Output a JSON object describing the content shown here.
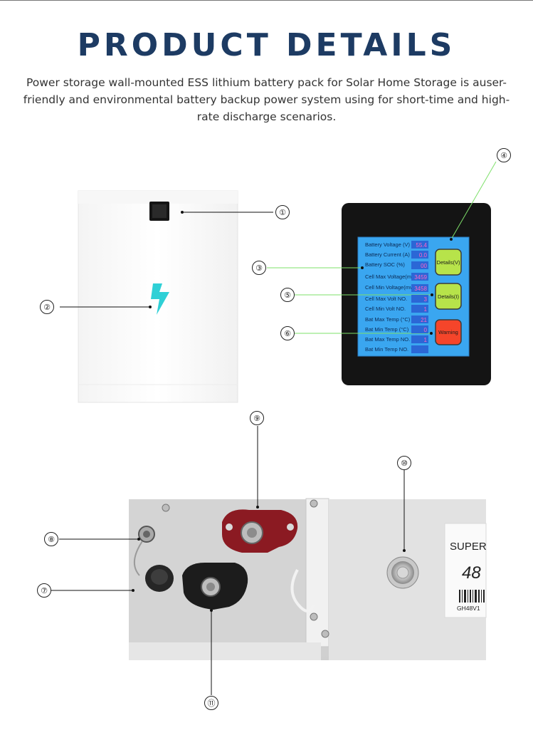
{
  "header": {
    "title": "PRODUCT DETAILS",
    "description": "Power storage wall-mounted ESS lithium battery pack for Solar Home Storage is auser-friendly and environmental battery backup power system using for short-time and high-rate discharge scenarios."
  },
  "callouts": [
    "①",
    "②",
    "③",
    "④",
    "⑤",
    "⑥",
    "⑦",
    "⑧",
    "⑨",
    "⑩",
    "⑪"
  ],
  "screen": {
    "rows": [
      {
        "label": "Battery Voltage (V)",
        "value": "55.4"
      },
      {
        "label": "Battery Current (A)",
        "value": "0.0"
      },
      {
        "label": "Battery SOC (%)",
        "value": "00"
      },
      {
        "label": "Cell Max Voltage(mv)",
        "value": "3459"
      },
      {
        "label": "Cell Min Voltage(mv)",
        "value": "3458"
      },
      {
        "label": "Cell Max Volt NO.",
        "value": "3"
      },
      {
        "label": "Cell Min Volt NO.",
        "value": "1"
      },
      {
        "label": "Bat Max Temp (°C)",
        "value": "21"
      },
      {
        "label": "Bat Min Temp (°C)",
        "value": "0"
      },
      {
        "label": "Bat Max Temp NO.",
        "value": "1"
      },
      {
        "label": "Bat Min Temp NO.",
        "value": ""
      }
    ],
    "buttons": {
      "details_v": "Details(V)",
      "details_i": "Details(I)",
      "warning": "Warning"
    }
  },
  "sticker": {
    "line1": "SUPER",
    "line2": "48",
    "code": "GH48V1"
  },
  "colors": {
    "title": "#1d3b63",
    "accent_line": "#7ee06a",
    "bolt": "#2fd0d6",
    "lcd_bg": "#3aa6f0",
    "btn_green": "#b7e34a",
    "btn_red": "#f5452a",
    "terminal_red": "#8b1a22"
  }
}
